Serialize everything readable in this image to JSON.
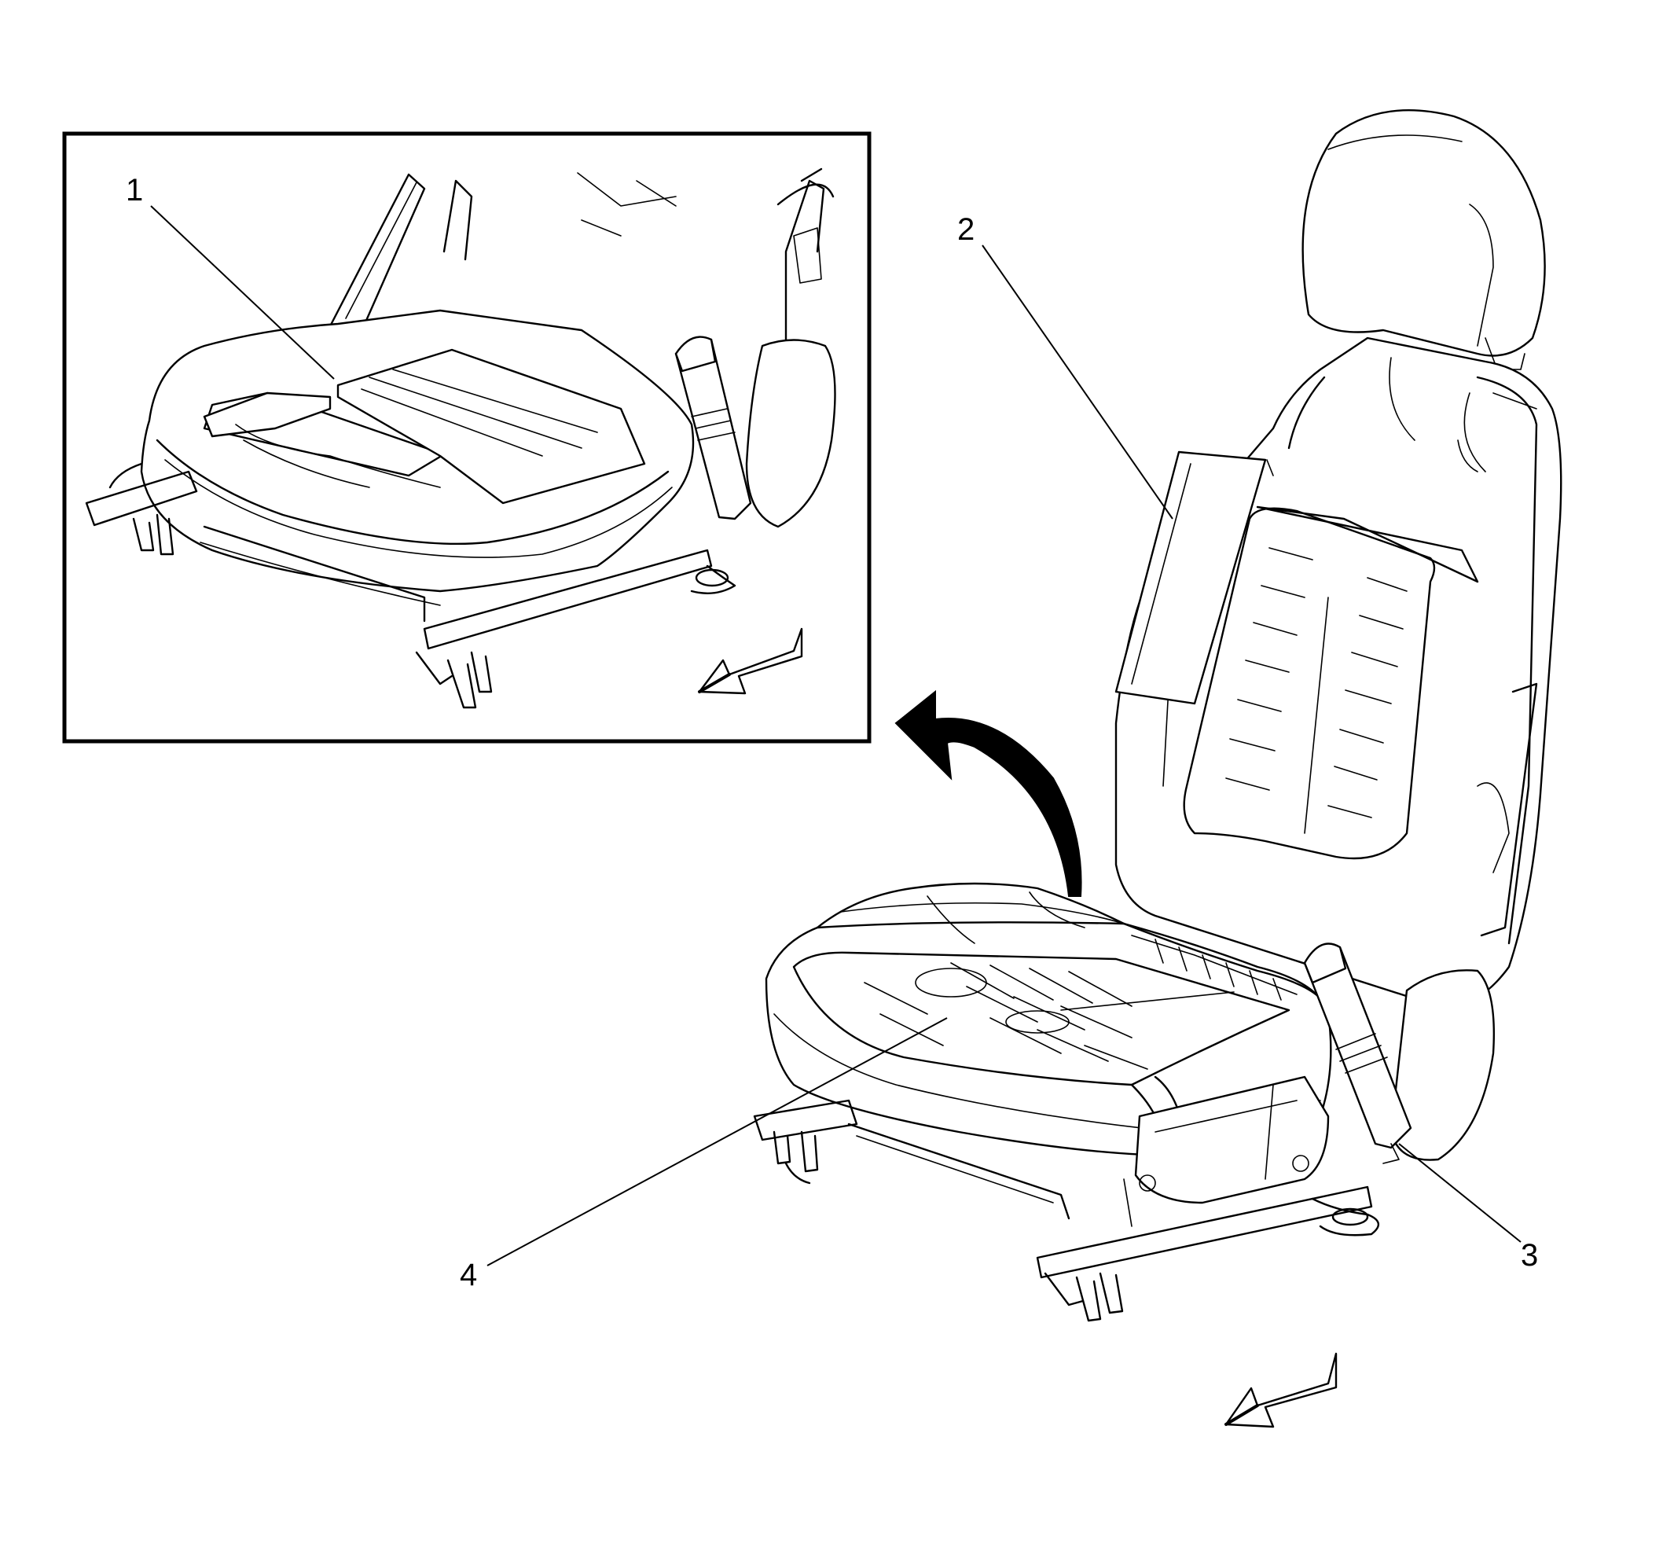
{
  "diagram": {
    "callouts": [
      {
        "id": "1",
        "label": "1"
      },
      {
        "id": "2",
        "label": "2"
      },
      {
        "id": "3",
        "label": "3"
      },
      {
        "id": "4",
        "label": "4"
      }
    ],
    "icons": {
      "front_arrow_inset": "forward-direction-arrow-icon",
      "front_arrow_main": "forward-direction-arrow-icon",
      "rotate_arrow": "curved-removal-arrow-icon"
    },
    "colors": {
      "line": "#000000",
      "background": "#ffffff"
    }
  }
}
